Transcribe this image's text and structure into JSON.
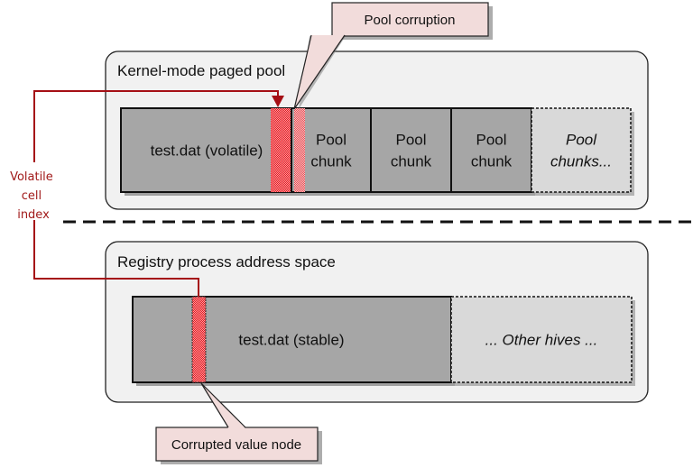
{
  "colors": {
    "region_fill": "#f1f1f1",
    "block_fill": "#a6a6a6",
    "dotted_block_fill": "#d9d9d9",
    "corruption_red": "#e8141b",
    "connector_red": "#a50f15",
    "callout_fill": "#f2dcdb",
    "outline": "#111111"
  },
  "regions": {
    "kernel": {
      "title": "Kernel-mode paged pool"
    },
    "registry": {
      "title": "Registry process address space"
    }
  },
  "kernel_blocks": [
    {
      "id": "test-dat-volatile",
      "label": [
        "test.dat (volatile)"
      ],
      "style": "solid"
    },
    {
      "id": "pool-chunk-1",
      "label": [
        "Pool",
        "chunk"
      ],
      "style": "solid"
    },
    {
      "id": "pool-chunk-2",
      "label": [
        "Pool",
        "chunk"
      ],
      "style": "solid"
    },
    {
      "id": "pool-chunk-3",
      "label": [
        "Pool",
        "chunk"
      ],
      "style": "solid"
    },
    {
      "id": "pool-chunks-more",
      "label": [
        "Pool",
        "chunks..."
      ],
      "style": "dotted-italic"
    }
  ],
  "registry_blocks": [
    {
      "id": "test-dat-stable",
      "label": [
        "test.dat (stable)"
      ],
      "style": "solid"
    },
    {
      "id": "other-hives",
      "label": [
        "... Other hives ..."
      ],
      "style": "dotted-italic"
    }
  ],
  "connector": {
    "label": [
      "Volatile",
      "cell",
      "index"
    ]
  },
  "callouts": {
    "pool_corruption": "Pool corruption",
    "corrupted_value_node": "Corrupted value node"
  }
}
